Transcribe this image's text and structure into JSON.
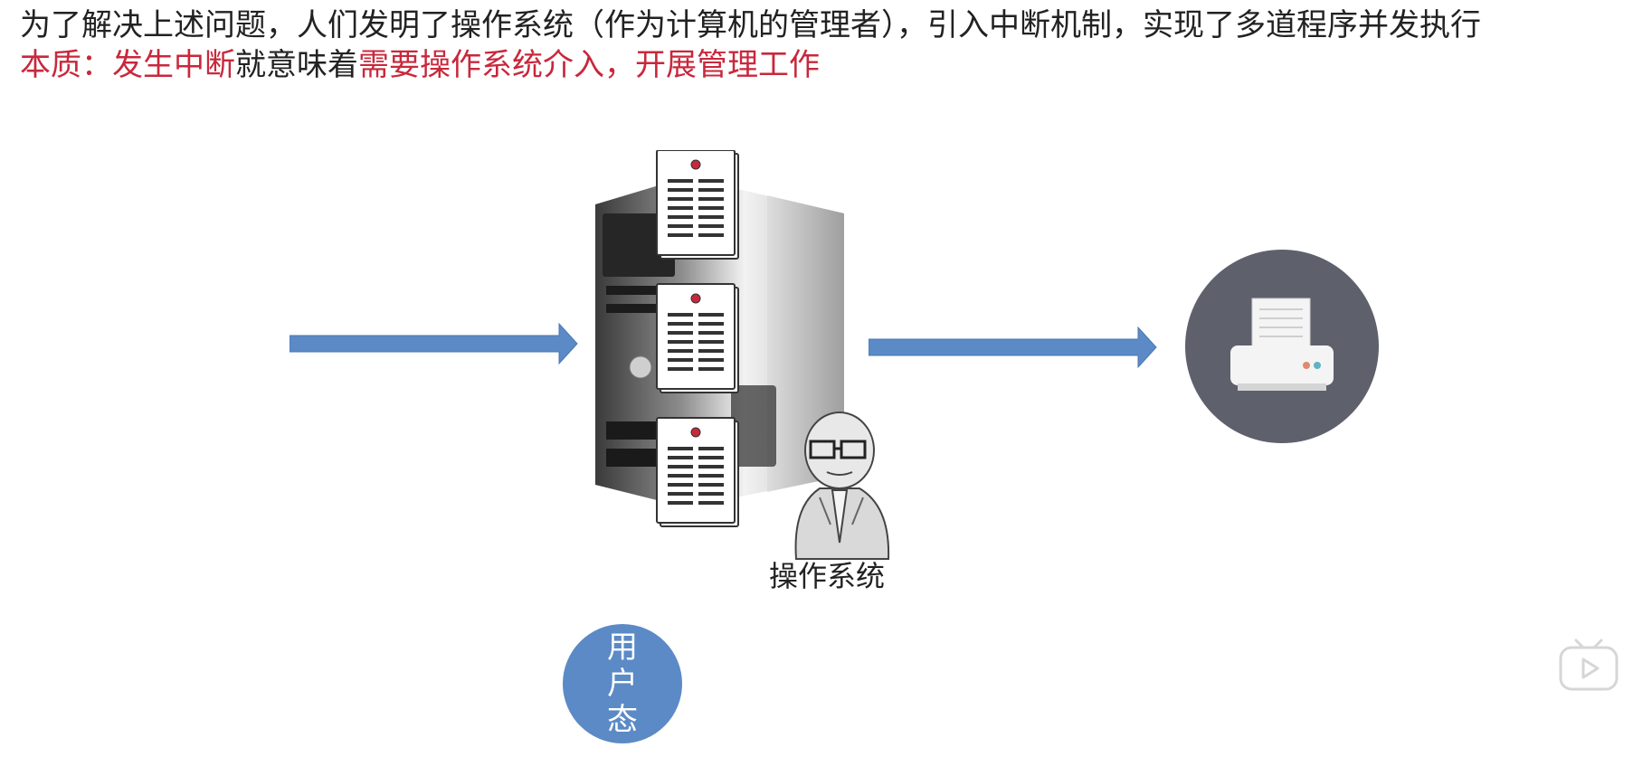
{
  "slide": {
    "line1": "为了解决上述问题，人们发明了操作系统（作为计算机的管理者），引入中断机制，实现了多道程序并发执行",
    "line2": {
      "part1": "本质：发生中断",
      "part2": "就意味着",
      "part3": "需要操作系统介入，开展管理工作"
    },
    "os_label": "操作系统",
    "user_mode": [
      "用",
      "户",
      "态"
    ]
  },
  "icons": {
    "server": "server-tower-icon",
    "document": "document-icon",
    "person": "sketch-person-icon",
    "printer": "printer-icon",
    "arrow": "arrow-right-icon",
    "player": "bilibili-play-icon"
  },
  "colors": {
    "accent_red": "#c8283c",
    "arrow_blue": "#5b8ac6",
    "printer_bg": "#5e616c",
    "text": "#222222"
  }
}
